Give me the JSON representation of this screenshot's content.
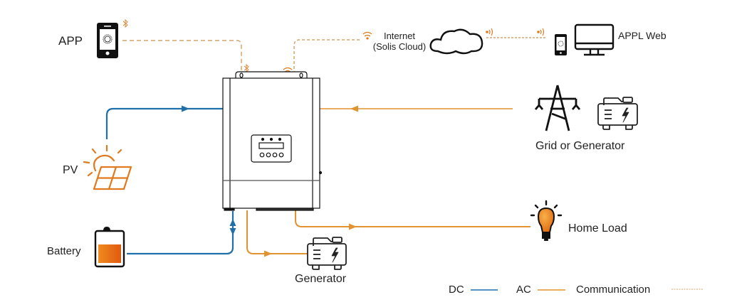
{
  "title": "Hybrid inverter system connection diagram",
  "colors": {
    "dc": "#1f6fab",
    "ac": "#e2922f",
    "communication": "#d9a46a",
    "icon_orange": "#e07a1f",
    "ink": "#111111"
  },
  "nodes": {
    "app": {
      "label": "APP",
      "icon": "smartphone-icon"
    },
    "internet": {
      "label_line1": "Internet",
      "label_line2": "(Solis Cloud)",
      "icon": "cloud-icon"
    },
    "appl_web": {
      "label": "APPL Web",
      "icons": [
        "smartphone-icon",
        "monitor-icon"
      ]
    },
    "pv": {
      "label": "PV",
      "icon": "solar-panel-icon"
    },
    "battery": {
      "label": "Battery",
      "icon": "battery-icon"
    },
    "grid_or_generator": {
      "label": "Grid or Generator",
      "icons": [
        "power-tower-icon",
        "generator-icon"
      ]
    },
    "home_load": {
      "label": "Home Load",
      "icon": "light-bulb-icon"
    },
    "generator": {
      "label": "Generator",
      "icon": "generator-icon"
    },
    "inverter": {
      "label": "",
      "icon": "inverter-icon"
    }
  },
  "connections": [
    {
      "from": "pv",
      "to": "inverter",
      "type": "DC"
    },
    {
      "from": "battery",
      "to": "inverter",
      "type": "DC",
      "bidirectional": true
    },
    {
      "from": "grid_or_generator",
      "to": "inverter",
      "type": "AC"
    },
    {
      "from": "inverter",
      "to": "home_load",
      "type": "AC"
    },
    {
      "from": "inverter",
      "to": "generator",
      "type": "AC"
    },
    {
      "from": "app",
      "to": "inverter",
      "type": "Communication",
      "medium": "bluetooth"
    },
    {
      "from": "inverter",
      "to": "internet",
      "type": "Communication",
      "medium": "wifi"
    },
    {
      "from": "internet",
      "to": "appl_web",
      "type": "Communication",
      "medium": "wireless"
    }
  ],
  "legend": {
    "dc": "DC",
    "ac": "AC",
    "communication": "Communication"
  }
}
